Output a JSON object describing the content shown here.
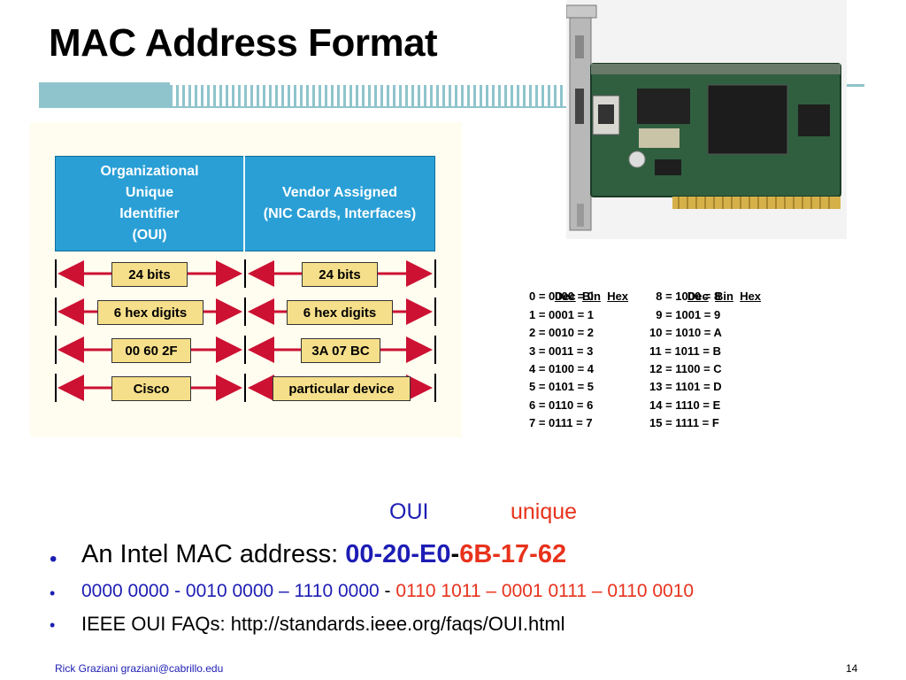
{
  "slide": {
    "title": "MAC Address Format",
    "diagram": {
      "oui_header": "Organizational\nUnique\nIdentifier\n(OUI)",
      "vendor_header": "Vendor Assigned\n(NIC Cards, Interfaces)",
      "rows": [
        {
          "left": "24 bits",
          "right": "24 bits"
        },
        {
          "left": "6 hex digits",
          "right": "6 hex digits"
        },
        {
          "left": "00 60 2F",
          "right": "3A 07 BC"
        },
        {
          "left": "Cisco",
          "right": "particular device"
        }
      ]
    },
    "conversion_table": {
      "header_left": [
        "Dec",
        "Bin",
        "Hex"
      ],
      "header_right": [
        "Dec",
        "Bin",
        "Hex"
      ],
      "rows": [
        {
          "left": "0 = 0000 = 0",
          "right": "  8 = 1000 = 8"
        },
        {
          "left": "1 = 0001 = 1",
          "right": "  9 = 1001 = 9"
        },
        {
          "left": "2 = 0010 = 2",
          "right": "10 = 1010 = A"
        },
        {
          "left": "3 = 0011 = 3",
          "right": "11 = 1011 = B"
        },
        {
          "left": "4 = 0100 = 4",
          "right": "12 = 1100 = C"
        },
        {
          "left": "5 = 0101 = 5",
          "right": "13 = 1101 = D"
        },
        {
          "left": "6 = 0110 = 6",
          "right": "14 = 1110 = E"
        },
        {
          "left": "7 = 0111 = 7",
          "right": "15 = 1111 = F"
        }
      ]
    },
    "labels": {
      "oui": "OUI",
      "unique": "unique"
    },
    "bullets": {
      "mac_prefix": "An Intel MAC address:",
      "mac_oui": "00-20-E0",
      "mac_dash": "-",
      "mac_vendor": "6B-17-62",
      "binary_oui": "0000 0000 - 0010 0000 – 1110 0000",
      "binary_sep": "-",
      "binary_vendor": "0110 1011 – 0001 0111 – 0110 0010",
      "faq": "IEEE OUI FAQs: http://standards.ieee.org/faqs/OUI.html"
    },
    "footer": {
      "author": "Rick Graziani  graziani@cabrillo.edu",
      "page_number": "14"
    },
    "colors": {
      "blue_text": "#1d1db5",
      "red_text": "#e8321c",
      "header_blue": "#2a9fd6",
      "tag_yellow": "#f6df8a",
      "arrow_red": "#cc1133",
      "band_teal": "#8fc4cc"
    },
    "icons": {
      "bullet": "bullet-dot-icon",
      "nic": "network-interface-card-icon"
    }
  }
}
